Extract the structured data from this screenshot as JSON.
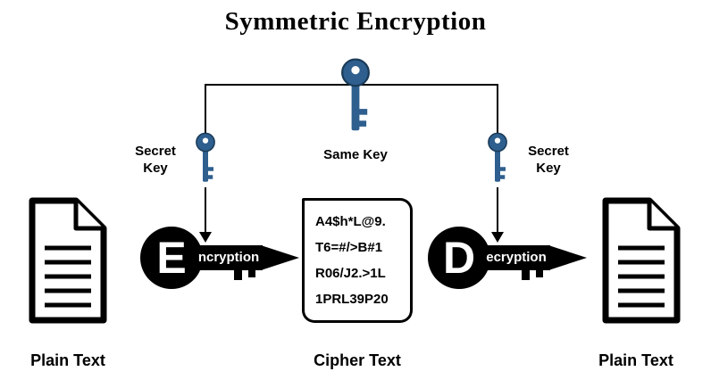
{
  "title": "Symmetric Encryption",
  "labels": {
    "same_key": "Same Key",
    "secret_key_left": [
      "Secret",
      "Key"
    ],
    "secret_key_right": [
      "Secret",
      "Key"
    ],
    "plain_text_left": "Plain Text",
    "cipher_text": "Cipher Text",
    "plain_text_right": "Plain Text"
  },
  "encryption": {
    "initial": "E",
    "rest": "ncryption"
  },
  "decryption": {
    "initial": "D",
    "rest": "ecryption"
  },
  "cipher": {
    "lines": [
      "A4$h*L@9.",
      "T6=#/>B#1",
      "R06/J2.>1L",
      "1PRL39P20"
    ]
  },
  "icons": {
    "top": "key-icon",
    "left": "key-icon",
    "right": "key-icon",
    "document_left": "document-icon",
    "document_right": "document-icon",
    "arrows": "arrow-down-icon"
  },
  "colors": {
    "key_fill": "#2E5F8E",
    "key_stroke": "#1A3A57",
    "ink": "#000000",
    "background": "#FFFFFF"
  }
}
